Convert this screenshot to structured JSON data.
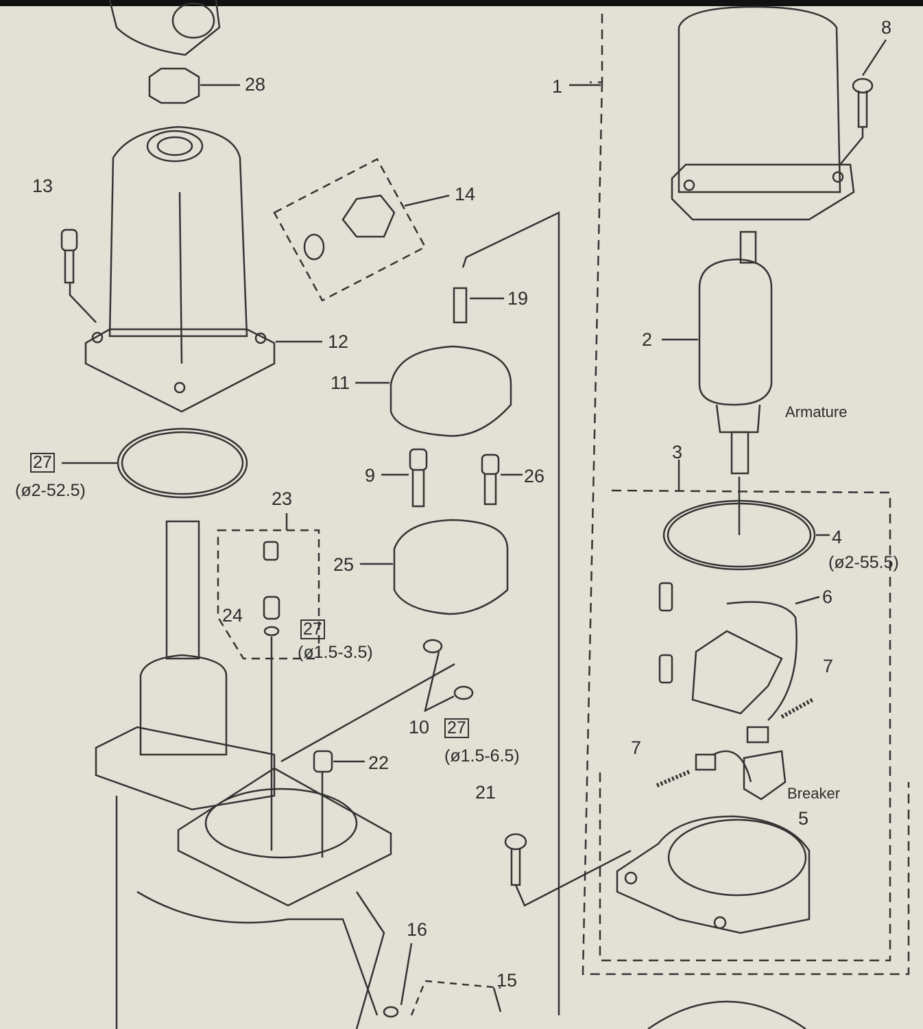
{
  "diagram": {
    "callouts": {
      "p28": "28",
      "p1": "1",
      "p8": "8",
      "p13": "13",
      "p14": "14",
      "p19": "19",
      "p12": "12",
      "p2": "2",
      "p11": "11",
      "p3": "3",
      "p9": "9",
      "p26": "26",
      "p23": "23",
      "p4": "4",
      "p25": "25",
      "p6": "6",
      "p24": "24",
      "p7a": "7",
      "p10": "10",
      "p7b": "7",
      "p22": "22",
      "p21": "21",
      "p5": "5",
      "p16": "16",
      "p15": "15"
    },
    "boxed_refs": {
      "r1": "27",
      "r2": "27",
      "r3": "27"
    },
    "specs": {
      "s1": "(ø2-52.5)",
      "s2": "(ø1.5-3.5)",
      "s3": "(ø1.5-6.5)",
      "s4": "(ø2-55.5)"
    },
    "names": {
      "armature": "Armature",
      "breaker": "Breaker"
    }
  }
}
